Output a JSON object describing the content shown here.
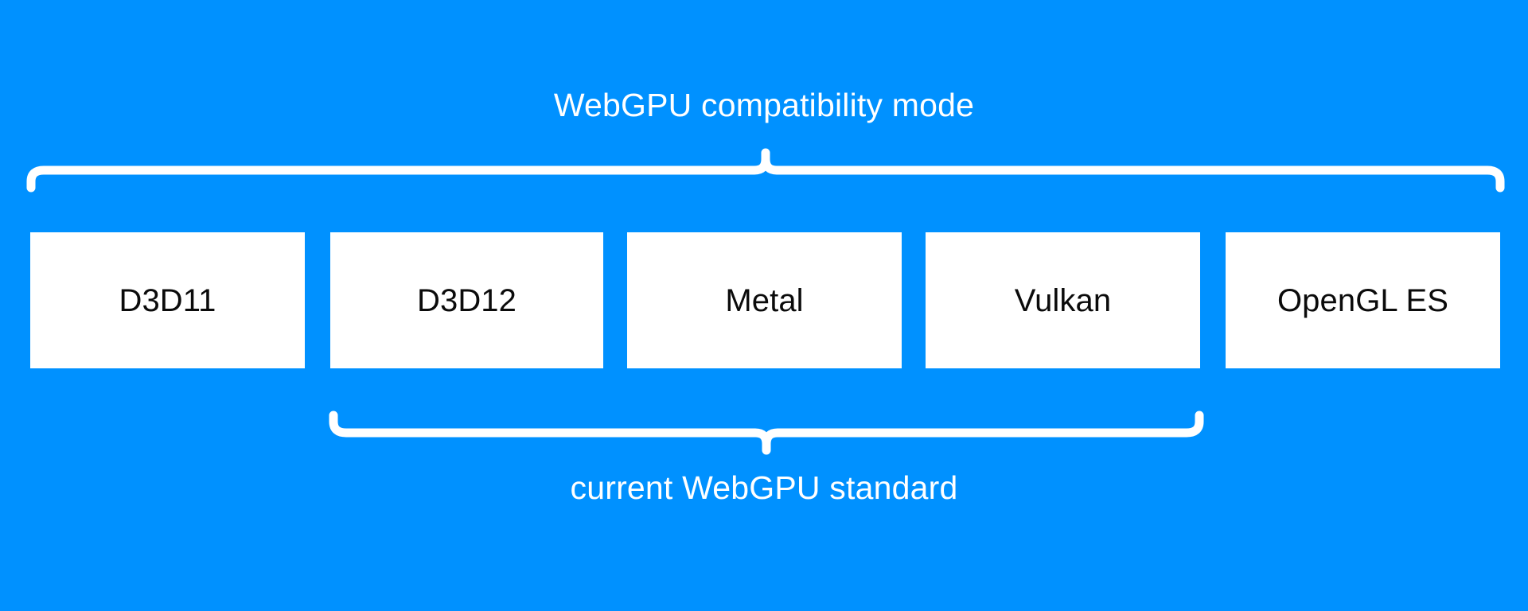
{
  "theme": {
    "background_color": "#0091ff",
    "box_fill_color": "#ffffff",
    "box_text_color": "#0b0b0b",
    "brace_color": "#ffffff",
    "label_text_color": "#ffffff"
  },
  "diagram": {
    "title": "WebGPU compatibility mode",
    "top_group": {
      "label": "WebGPU compatibility mode",
      "covers": [
        "D3D11",
        "D3D12",
        "Metal",
        "Vulkan",
        "OpenGL ES"
      ],
      "brace_orientation": "up"
    },
    "bottom_group": {
      "label": "current WebGPU standard",
      "covers": [
        "D3D12",
        "Metal",
        "Vulkan"
      ],
      "brace_orientation": "down"
    },
    "backends": [
      {
        "label": "D3D11"
      },
      {
        "label": "D3D12"
      },
      {
        "label": "Metal"
      },
      {
        "label": "Vulkan"
      },
      {
        "label": "OpenGL ES"
      }
    ]
  }
}
